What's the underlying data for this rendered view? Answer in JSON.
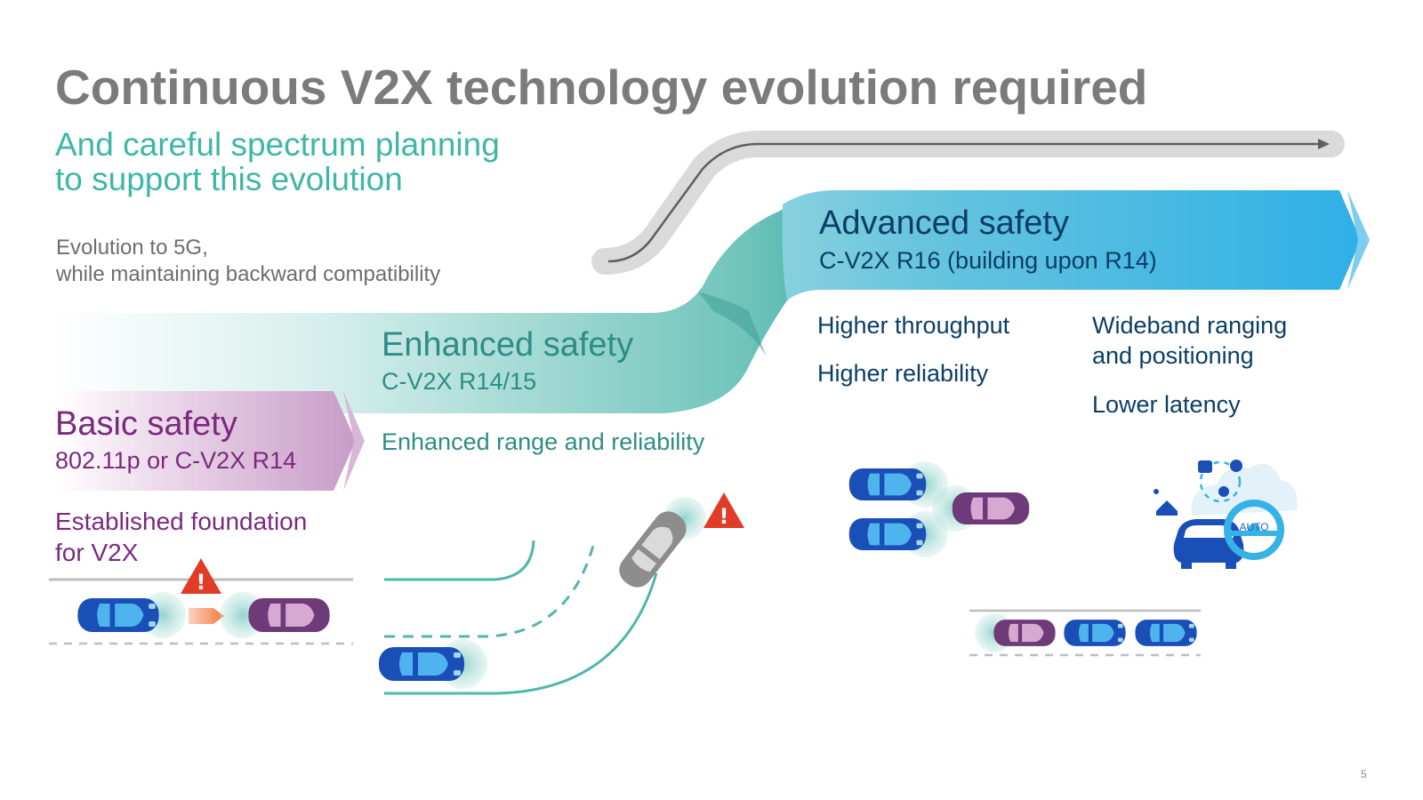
{
  "slide": {
    "title": "Continuous V2X technology evolution required",
    "subtitle_line1": "And careful spectrum planning",
    "subtitle_line2": "to support this evolution",
    "evolution_line1": "Evolution to 5G,",
    "evolution_line2": "while maintaining backward compatibility",
    "page_number": "5"
  },
  "stages": {
    "basic": {
      "title": "Basic safety",
      "subtitle": "802.11p or C-V2X R14",
      "feature_line1": "Established foundation",
      "feature_line2": "for V2X",
      "color": "#7b2a7e"
    },
    "enhanced": {
      "title": "Enhanced safety",
      "subtitle": "C-V2X R14/15",
      "feature": "Enhanced range and reliability",
      "color": "#2e8c86"
    },
    "advanced": {
      "title": "Advanced safety",
      "subtitle": "C-V2X R16 (building upon R14)",
      "features": [
        "Higher throughput",
        "Higher reliability"
      ],
      "features_right": [
        "Wideband ranging",
        "and positioning",
        "Lower latency"
      ],
      "color": "#0b3e66"
    }
  },
  "icons": {
    "warning": "warning-triangle-icon",
    "auto_label": "AUTO",
    "warning_glyph": "!"
  },
  "colors": {
    "car_blue": "#1a4fb8",
    "car_purple": "#6e3a78",
    "teal": "#4fb7ad",
    "sky": "#35b2e6",
    "warning": "#e03c28"
  }
}
